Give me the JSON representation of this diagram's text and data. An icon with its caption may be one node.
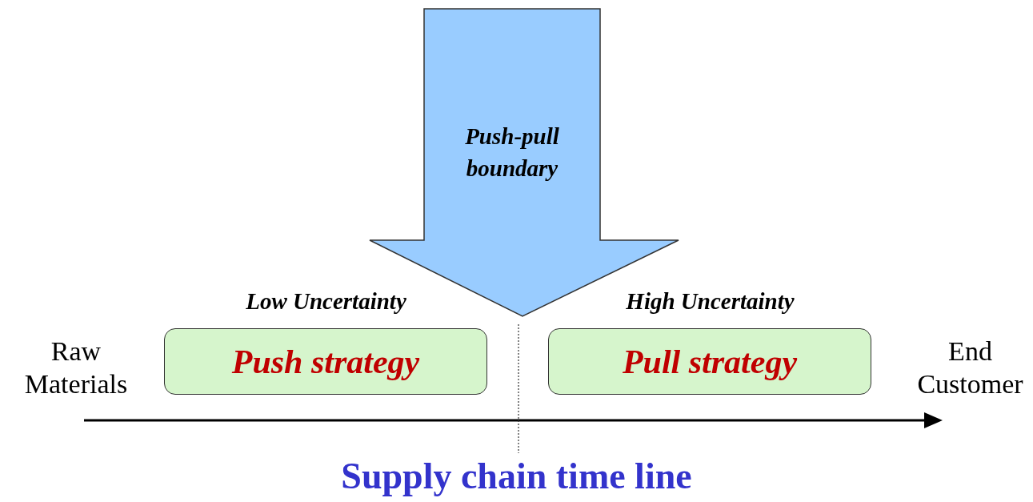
{
  "diagram": {
    "caption": "Supply chain time line",
    "nodes": [
      {
        "text": [
          "Push-pull boundary"
        ]
      },
      {
        "text": [
          "Low Uncertainty",
          "Push strategy"
        ]
      },
      {
        "text": [
          "High Uncertainty",
          "Pull strategy"
        ]
      }
    ],
    "edges": [],
    "labels": [
      "Raw Materials",
      "End Customer"
    ]
  }
}
